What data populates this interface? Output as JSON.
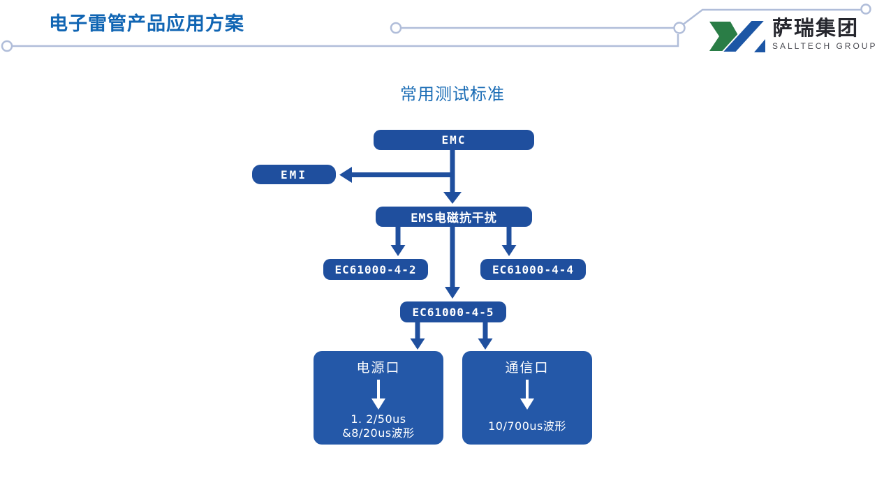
{
  "header": {
    "title": "电子雷管产品应用方案",
    "logo": {
      "company_cn": "萨瑞集团",
      "company_en": "SALLTECH GROUP"
    }
  },
  "diagram": {
    "heading": "常用测试标准",
    "nodes": {
      "emc": "EMC",
      "emi": "EMI",
      "ems": "EMS电磁抗干扰",
      "iec_4_2": "EC61000-4-2",
      "iec_4_4": "EC61000-4-4",
      "iec_4_5": "EC61000-4-5",
      "power_port": {
        "title": "电源口",
        "line1": "1. 2/50us",
        "line2": "&8/20us波形"
      },
      "comm_port": {
        "title": "通信口",
        "line1": "10/700us波形"
      }
    },
    "colors": {
      "node_fill": "#1f4f9e",
      "big_node_fill": "#2458a8",
      "arrow": "#1f4f9e",
      "heading_text": "#1a6cb5",
      "title_text": "#1065b3",
      "decor_line": "#b0bdd9",
      "logo_green": "#2a7d46",
      "logo_blue": "#1c56a5"
    }
  }
}
